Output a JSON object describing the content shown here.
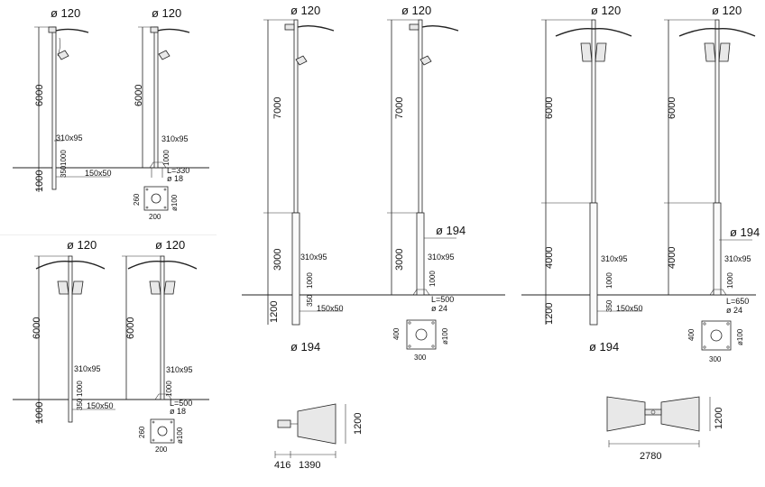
{
  "drawing": {
    "pole_top_diameter": "ø 120",
    "pole_base_diameter_194": "ø 194",
    "height_6000": "6000",
    "height_7000": "7000",
    "height_3000": "3000",
    "height_4000": "4000",
    "depth_1000": "1000",
    "depth_1200": "1200",
    "door_310x95": "310x95",
    "dim_1000": "1000",
    "dim_350": "350",
    "dim_150x50": "150x50",
    "anchor_L330": "L=330",
    "anchor_L500": "L=500",
    "anchor_L650": "L=650",
    "anchor_d18": "ø 18",
    "anchor_d24": "ø 24",
    "plate_260": "260",
    "plate_200": "200",
    "plate_400": "400",
    "plate_300": "300",
    "plate_hole_100": "ø100",
    "lum_dim_416": "416",
    "lum_dim_1390": "1390",
    "lum_dim_1200": "1200",
    "lum_dim_2780": "2780"
  }
}
